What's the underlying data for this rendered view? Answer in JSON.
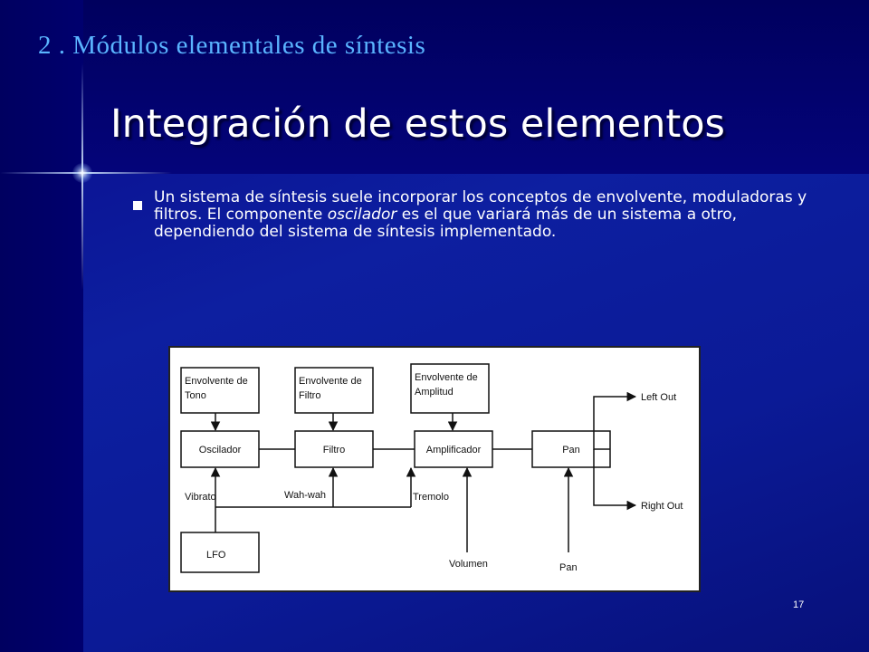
{
  "section_title": "2 . Módulos elementales de síntesis",
  "slide_title": "Integración de estos elementos",
  "bullet": {
    "part1": "Un sistema de síntesis suele incorporar  los conceptos de envolvente, moduladoras y filtros. El componente ",
    "emphasis": "oscilador",
    "part2": " es el que variará más de un sistema a otro, dependiendo del sistema de síntesis implementado."
  },
  "diagram": {
    "env_tono_1": "Envolvente de",
    "env_tono_2": "Tono",
    "env_filtro_1": "Envolvente de",
    "env_filtro_2": "Filtro",
    "env_amp_1": "Envolvente de",
    "env_amp_2": "Amplitud",
    "oscilador": "Oscilador",
    "filtro": "Filtro",
    "amplificador": "Amplificador",
    "pan": "Pan",
    "lfo": "LFO",
    "left_out": "Left Out",
    "right_out": "Right Out",
    "vibrato": "Vibrato",
    "wahwah": "Wah-wah",
    "tremolo": "Tremolo",
    "volumen": "Volumen",
    "pan_input": "Pan"
  },
  "page_number": "17"
}
